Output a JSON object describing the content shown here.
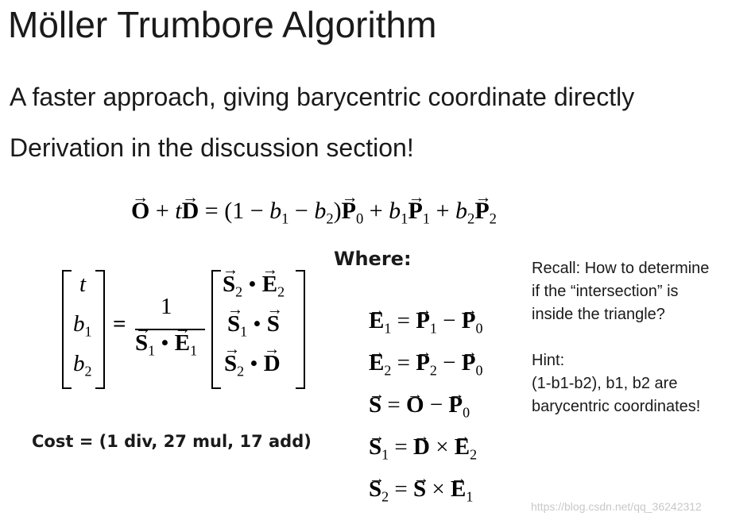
{
  "slide": {
    "title": "Möller Trumbore Algorithm",
    "line1": "A faster approach, giving barycentric coordinate directly",
    "line2": "Derivation in the discussion section!"
  },
  "formula": {
    "where_label": "Where:",
    "cost": "Cost = (1 div, 27 mul, 17 add)",
    "numerator": "1"
  },
  "recall": {
    "lines": [
      "Recall: How to determine",
      "if the “intersection” is",
      "inside the triangle?",
      "",
      "Hint:",
      "(1-b1-b2), b1, b2 are",
      "barycentric coordinates!"
    ]
  },
  "watermark": "https://blog.csdn.net/qq_36242312"
}
